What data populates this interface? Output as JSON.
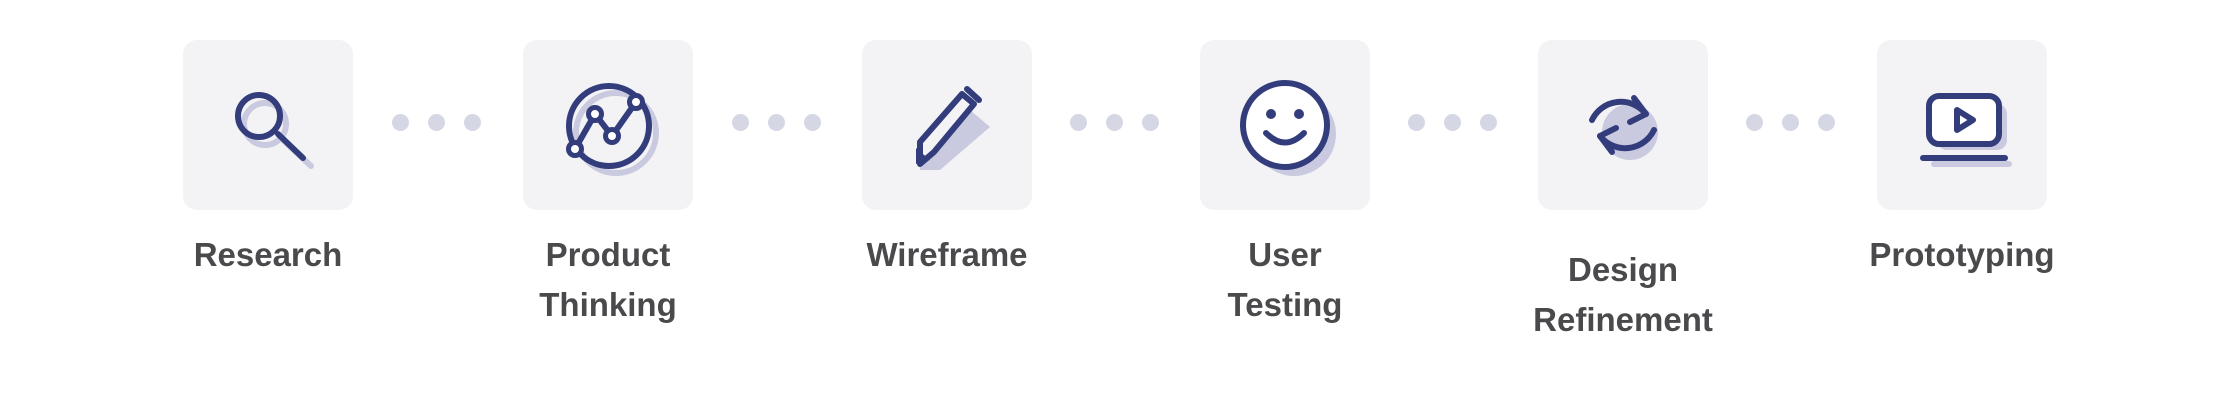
{
  "colors": {
    "tile_background": "#f3f3f6",
    "icon_primary": "#333d7c",
    "icon_shadow": "#c9cadf",
    "connector_dot": "#d6d7e5",
    "label_text": "#4a4a4d"
  },
  "steps": [
    {
      "label": "Research",
      "icon": "search-icon"
    },
    {
      "label": "Product\nThinking",
      "icon": "analytics-graph-icon"
    },
    {
      "label": "Wireframe",
      "icon": "pencil-icon"
    },
    {
      "label": "User\nTesting",
      "icon": "smiley-face-icon"
    },
    {
      "label": "Design\nRefinement",
      "icon": "refresh-icon"
    },
    {
      "label": "Prototyping",
      "icon": "laptop-play-icon"
    }
  ]
}
